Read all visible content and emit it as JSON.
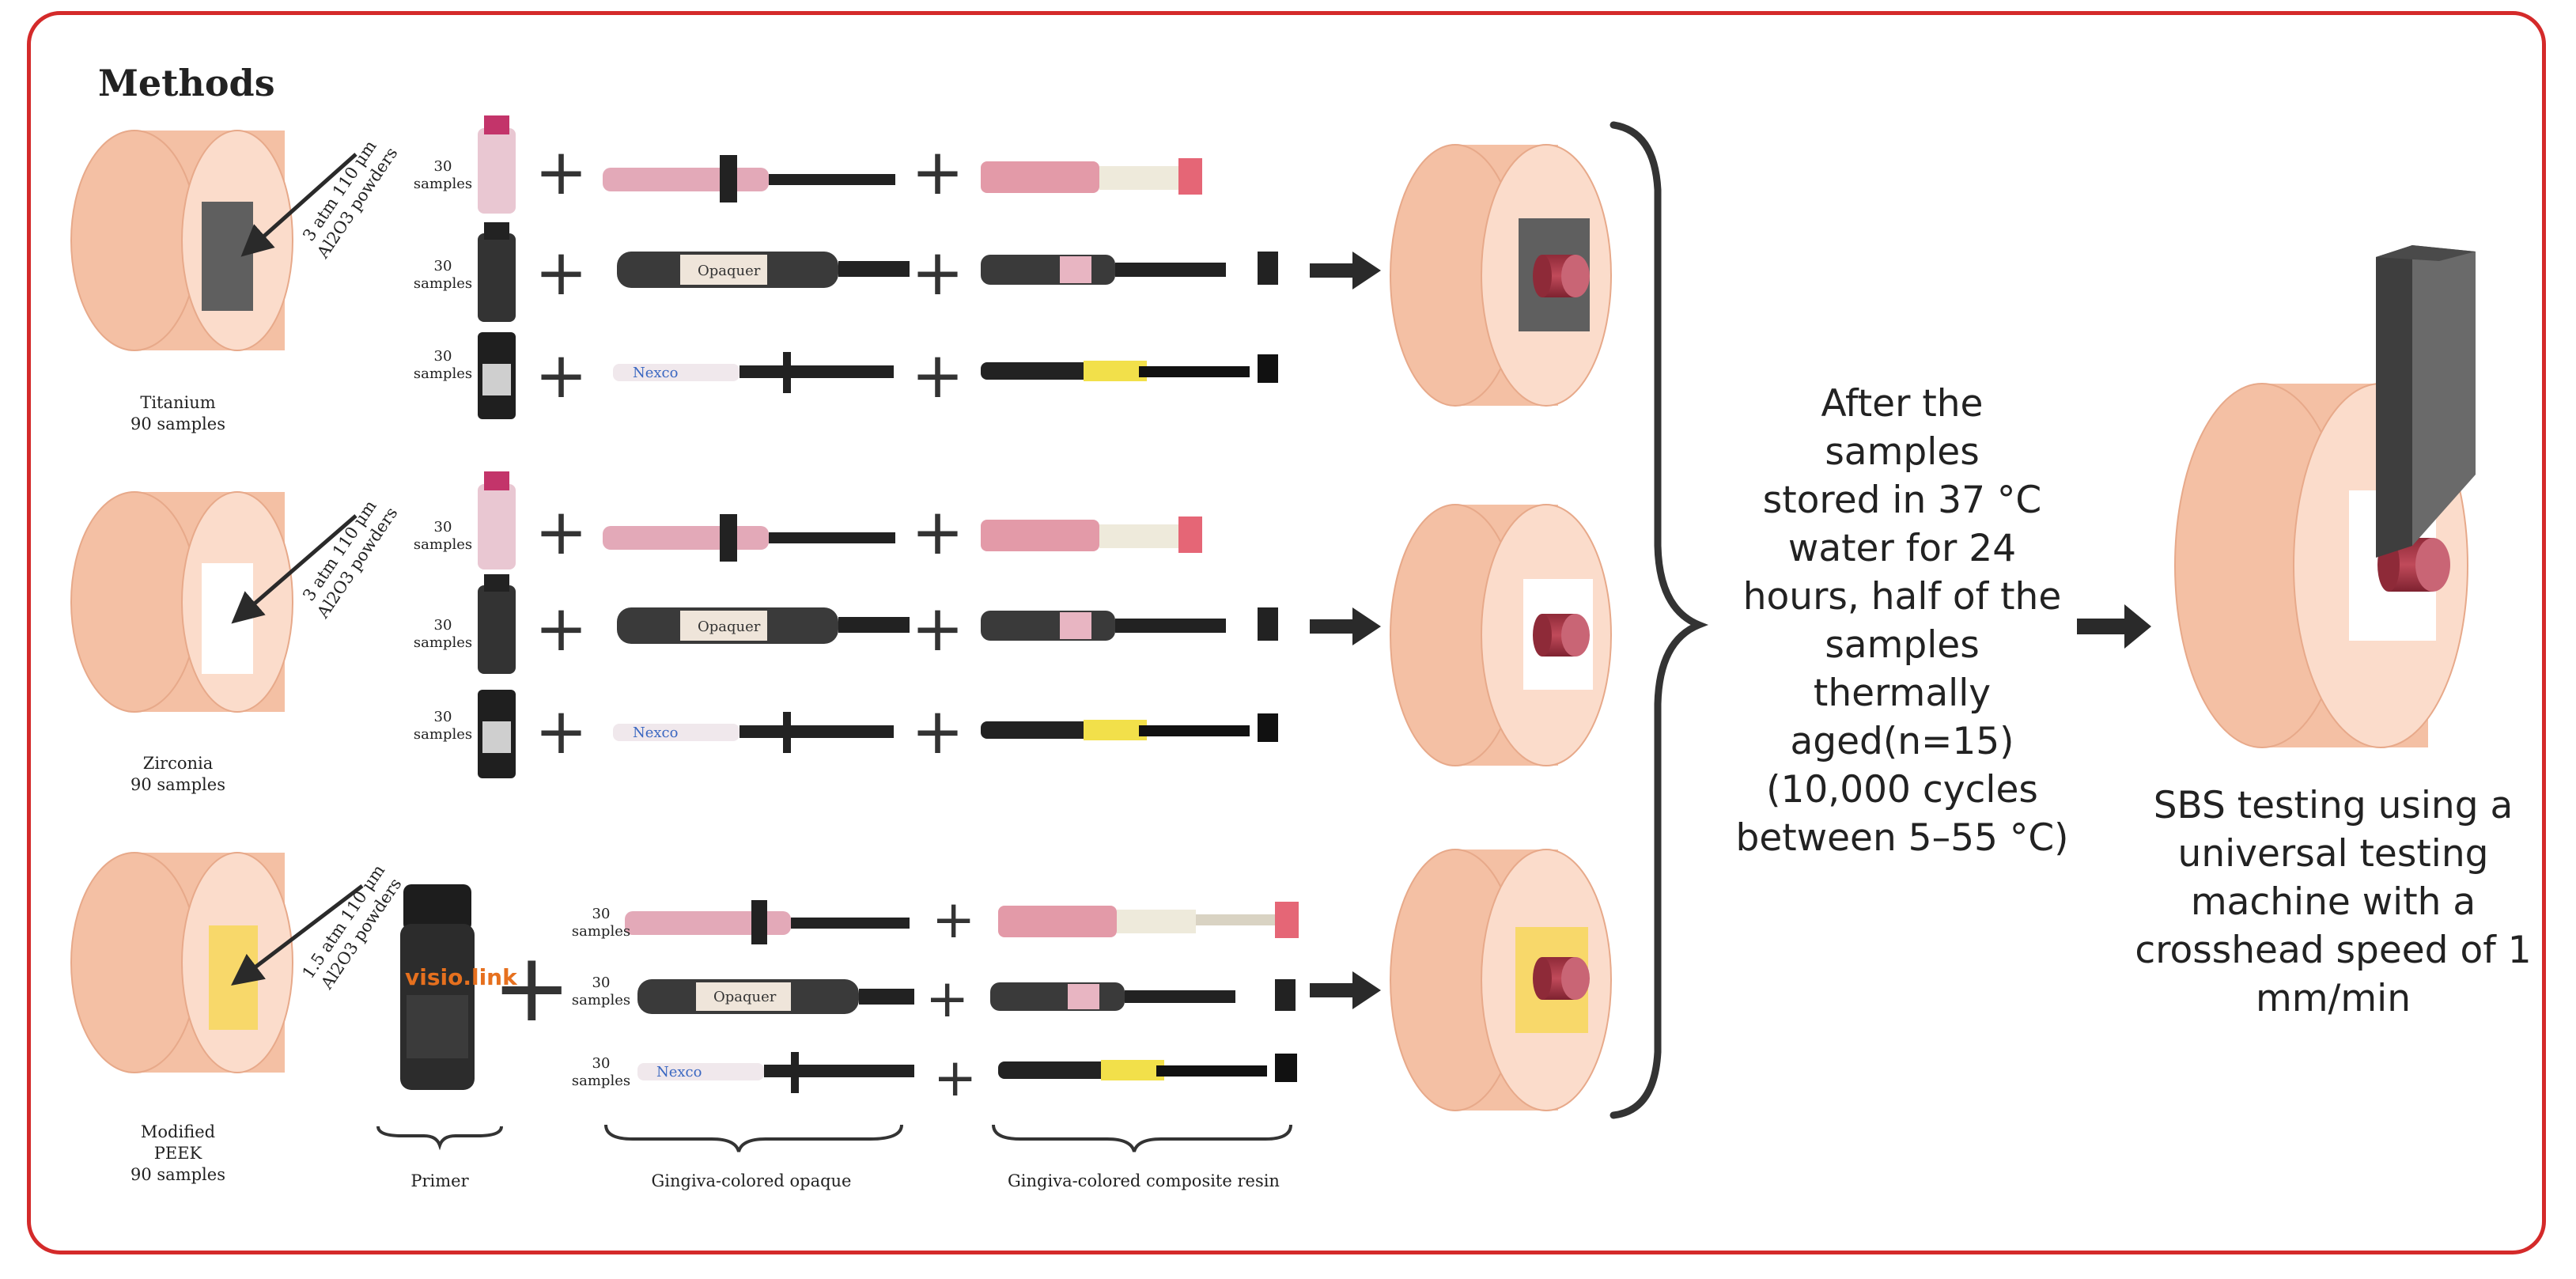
{
  "title": "Methods",
  "substrates": [
    {
      "name": "Titanium",
      "count": "90 samples",
      "color": "#5f5f5f"
    },
    {
      "name": "Zirconia",
      "count": "90 samples",
      "color": "#ffffff"
    },
    {
      "name": "Modified PEEK",
      "name_line1": "Modified",
      "name_line2": "PEEK",
      "count": "90 samples",
      "color": "#f8d86a"
    }
  ],
  "sandblast": {
    "ti_line1": "3 atm 110 μm",
    "ti_line2": "Al2O3 powders",
    "zr_line1": "3 atm 110 μm",
    "zr_line2": "Al2O3 powders",
    "peek_line1": "1.5 atm 110 μm",
    "peek_line2": "Al2O3 powders"
  },
  "group_label": {
    "n": "30",
    "word": "samples"
  },
  "primer_bottle_label": "visio.link",
  "opaque_label": "Opaquer",
  "nexco_label": "Nexco",
  "bottom_labels": {
    "primer": "Primer",
    "opaque": "Gingiva-colored opaque",
    "composite": "Gingiva-colored composite resin"
  },
  "storage_text": [
    "After the",
    "samples",
    "stored in 37 °C",
    "water for 24",
    "hours, half of the",
    "samples",
    "thermally",
    "aged(n=15)",
    "(10,000 cycles",
    "between 5–55 °C)"
  ],
  "sbs_text": [
    "SBS testing using a",
    "universal testing",
    "machine with a",
    "crosshead speed of 1",
    "mm/min"
  ],
  "colors": {
    "frame": "#d42a2a",
    "disk_side": "#f4c0a4",
    "disk_face": "#fbdccb",
    "composite": "#b83d4d",
    "arrow": "#2a2a2a",
    "tool": "#555555"
  }
}
